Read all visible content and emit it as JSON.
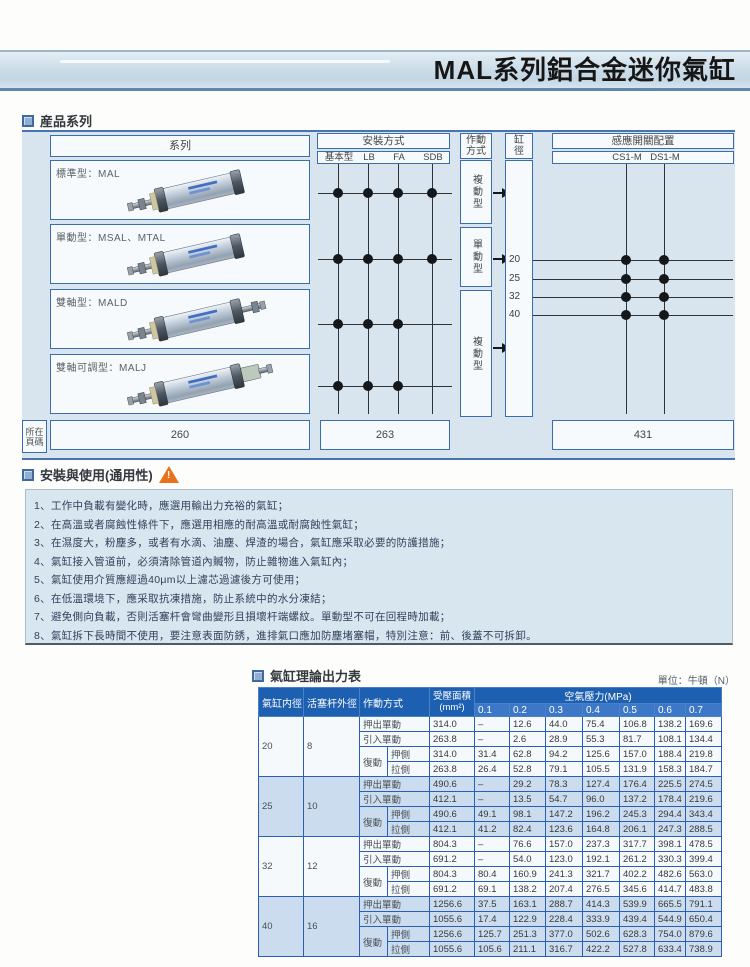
{
  "colors": {
    "accent_blue": "#3a6cb0",
    "diagram_bg": "#d9e5ee",
    "table_header_blue": "#1d5fb0",
    "table_subheader_blue": "#3d77c8",
    "table_stripe_blue": "#cbdcee",
    "notes_bg": "#d8e6f0",
    "warning_orange": "#e8731c"
  },
  "header": {
    "title": "MAL系列鋁合金迷你氣缸"
  },
  "product_series": {
    "section_title": "産品系列",
    "series_header": "系列",
    "products": [
      {
        "label": "標準型：MAL"
      },
      {
        "label": "單動型：MSAL、MTAL"
      },
      {
        "label": "雙軸型：MALD"
      },
      {
        "label": "雙軸可調型：MALJ"
      }
    ],
    "mounting": {
      "header": "安裝方式",
      "columns": [
        "基本型",
        "LB",
        "FA",
        "SDB"
      ],
      "matrix": [
        [
          1,
          1,
          1,
          1
        ],
        [
          1,
          1,
          1,
          1
        ],
        [
          1,
          1,
          1,
          0
        ],
        [
          1,
          1,
          1,
          0
        ]
      ]
    },
    "action": {
      "header": "作動\n方式",
      "boxes": [
        "複動型",
        "單動型",
        "複動型"
      ]
    },
    "bore": {
      "header": "缸\n徑",
      "values": [
        "20",
        "25",
        "32",
        "40"
      ]
    },
    "sensor": {
      "header": "感應開關配置",
      "columns": [
        "CS1-M",
        "DS1-M"
      ],
      "matrix": [
        [
          1,
          1
        ],
        [
          1,
          1
        ],
        [
          1,
          1
        ],
        [
          1,
          1
        ]
      ]
    },
    "page_ref": {
      "label": "所在\n頁碼",
      "series_page": "260",
      "mounting_page": "263",
      "sensor_page": "431"
    }
  },
  "usage_notes": {
    "section_title": "安裝與使用(通用性)",
    "items": [
      "1、工作中負載有變化時，應選用輸出力充裕的氣缸；",
      "2、在高溫或者腐蝕性條件下，應選用相應的耐高溫或耐腐蝕性氣缸；",
      "3、在濕度大，粉塵多，或者有水滴、油塵、焊渣的場合，氣缸應采取必要的防護措施；",
      "4、氣缸接入管道前，必須清除管道內贓物，防止雜物進入氣缸內；",
      "5、氣缸使用介質應經過40μm以上濾芯過濾後方可使用；",
      "6、在低溫環境下，應采取抗凍措施，防止系統中的水分凍結；",
      "7、避免側向負載，否則活塞杆會彎曲變形且損壞杆端螺紋。單動型不可在回程時加載；",
      "8、氣缸拆下長時間不使用，要注意表面防銹，進排氣口應加防塵堵塞帽，特別注意：前、後蓋不可拆卸。"
    ]
  },
  "force_table": {
    "section_title": "氣缸理論出力表",
    "unit_label": "單位：牛頓（N）",
    "headers": {
      "bore": "氣缸内徑",
      "rod": "活塞杆外徑",
      "action": "作動方式",
      "area": "受壓面積\n(mm²)",
      "pressure": "空氣壓力(MPa)",
      "pressures": [
        "0.1",
        "0.2",
        "0.3",
        "0.4",
        "0.5",
        "0.6",
        "0.7"
      ]
    },
    "row_labels": {
      "push_single": "押出單動",
      "pull_single": "引入單動",
      "double_action": "復動",
      "push_side": "押側",
      "pull_side": "拉側"
    },
    "groups": [
      {
        "bore": "20",
        "rod": "8",
        "rows": [
          {
            "area": "314.0",
            "values": [
              "–",
              "12.6",
              "44.0",
              "75.4",
              "106.8",
              "138.2",
              "169.6"
            ]
          },
          {
            "area": "263.8",
            "values": [
              "–",
              "2.6",
              "28.9",
              "55.3",
              "81.7",
              "108.1",
              "134.4"
            ]
          },
          {
            "area": "314.0",
            "values": [
              "31.4",
              "62.8",
              "94.2",
              "125.6",
              "157.0",
              "188.4",
              "219.8"
            ]
          },
          {
            "area": "263.8",
            "values": [
              "26.4",
              "52.8",
              "79.1",
              "105.5",
              "131.9",
              "158.3",
              "184.7"
            ]
          }
        ]
      },
      {
        "bore": "25",
        "rod": "10",
        "rows": [
          {
            "area": "490.6",
            "values": [
              "–",
              "29.2",
              "78.3",
              "127.4",
              "176.4",
              "225.5",
              "274.5"
            ]
          },
          {
            "area": "412.1",
            "values": [
              "–",
              "13.5",
              "54.7",
              "96.0",
              "137.2",
              "178.4",
              "219.6"
            ]
          },
          {
            "area": "490.6",
            "values": [
              "49.1",
              "98.1",
              "147.2",
              "196.2",
              "245.3",
              "294.4",
              "343.4"
            ]
          },
          {
            "area": "412.1",
            "values": [
              "41.2",
              "82.4",
              "123.6",
              "164.8",
              "206.1",
              "247.3",
              "288.5"
            ]
          }
        ]
      },
      {
        "bore": "32",
        "rod": "12",
        "rows": [
          {
            "area": "804.3",
            "values": [
              "–",
              "76.6",
              "157.0",
              "237.3",
              "317.7",
              "398.1",
              "478.5"
            ]
          },
          {
            "area": "691.2",
            "values": [
              "–",
              "54.0",
              "123.0",
              "192.1",
              "261.2",
              "330.3",
              "399.4"
            ]
          },
          {
            "area": "804.3",
            "values": [
              "80.4",
              "160.9",
              "241.3",
              "321.7",
              "402.2",
              "482.6",
              "563.0"
            ]
          },
          {
            "area": "691.2",
            "values": [
              "69.1",
              "138.2",
              "207.4",
              "276.5",
              "345.6",
              "414.7",
              "483.8"
            ]
          }
        ]
      },
      {
        "bore": "40",
        "rod": "16",
        "rows": [
          {
            "area": "1256.6",
            "values": [
              "37.5",
              "163.1",
              "288.7",
              "414.3",
              "539.9",
              "665.5",
              "791.1"
            ]
          },
          {
            "area": "1055.6",
            "values": [
              "17.4",
              "122.9",
              "228.4",
              "333.9",
              "439.4",
              "544.9",
              "650.4"
            ]
          },
          {
            "area": "1256.6",
            "values": [
              "125.7",
              "251.3",
              "377.0",
              "502.6",
              "628.3",
              "754.0",
              "879.6"
            ]
          },
          {
            "area": "1055.6",
            "values": [
              "105.6",
              "211.1",
              "316.7",
              "422.2",
              "527.8",
              "633.4",
              "738.9"
            ]
          }
        ]
      }
    ]
  }
}
